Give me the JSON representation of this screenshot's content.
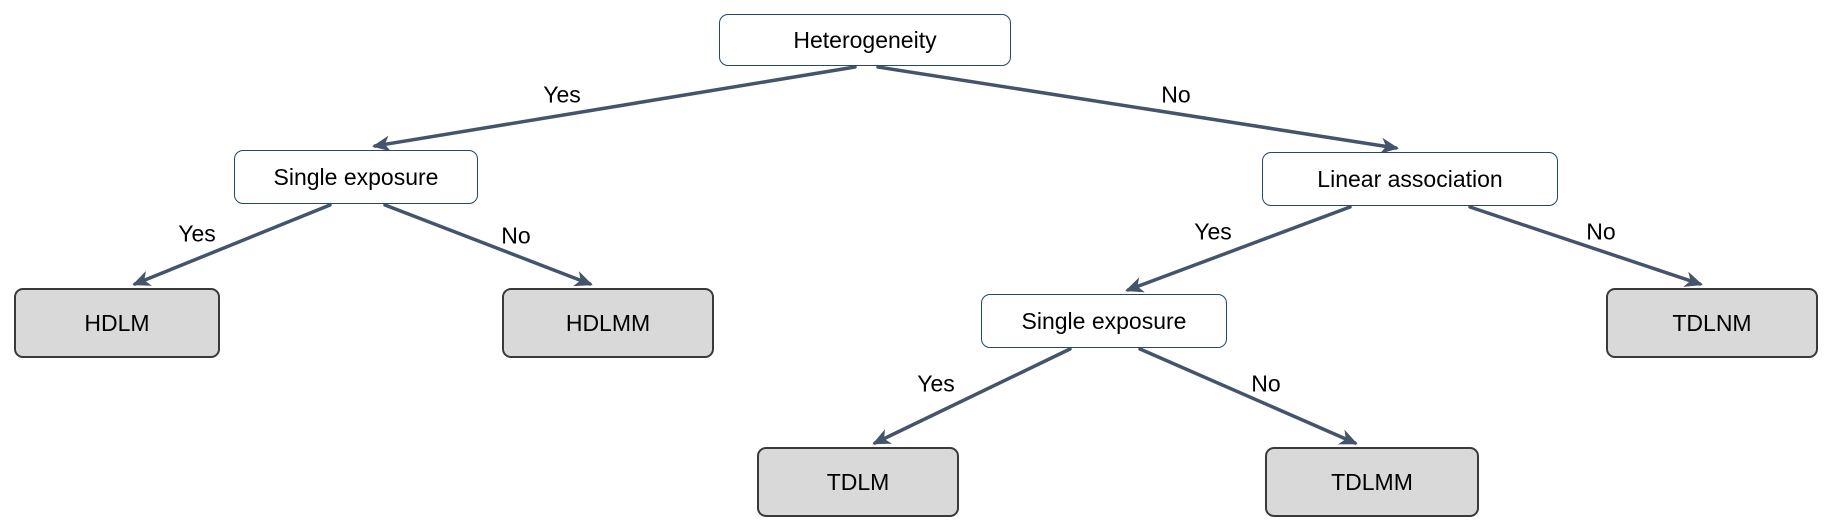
{
  "diagram": {
    "type": "decision-tree",
    "colors": {
      "arrow_color": "#44546A",
      "decision_border": "#24476B",
      "leaf_fill": "#D9D9D9",
      "leaf_border": "#3A3A3A"
    },
    "nodes": {
      "heterogeneity": {
        "label": "Heterogeneity",
        "type": "decision"
      },
      "single_exposure_left": {
        "label": "Single exposure",
        "type": "decision"
      },
      "linear_association": {
        "label": "Linear association",
        "type": "decision"
      },
      "hdlm": {
        "label": "HDLM",
        "type": "model"
      },
      "hdlmm": {
        "label": "HDLMM",
        "type": "model"
      },
      "single_exposure_right": {
        "label": "Single exposure",
        "type": "decision"
      },
      "tdlnm": {
        "label": "TDLNM",
        "type": "model"
      },
      "tdlm": {
        "label": "TDLM",
        "type": "model"
      },
      "tdlmm": {
        "label": "TDLMM",
        "type": "model"
      }
    },
    "edges": {
      "heterogeneity_yes": {
        "label": "Yes",
        "from": "heterogeneity",
        "to": "single_exposure_left"
      },
      "heterogeneity_no": {
        "label": "No",
        "from": "heterogeneity",
        "to": "linear_association"
      },
      "single_left_yes": {
        "label": "Yes",
        "from": "single_exposure_left",
        "to": "hdlm"
      },
      "single_left_no": {
        "label": "No",
        "from": "single_exposure_left",
        "to": "hdlmm"
      },
      "linear_yes": {
        "label": "Yes",
        "from": "linear_association",
        "to": "single_exposure_right"
      },
      "linear_no": {
        "label": "No",
        "from": "linear_association",
        "to": "tdlnm"
      },
      "single_right_yes": {
        "label": "Yes",
        "from": "single_exposure_right",
        "to": "tdlm"
      },
      "single_right_no": {
        "label": "No",
        "from": "single_exposure_right",
        "to": "tdlmm"
      }
    }
  }
}
